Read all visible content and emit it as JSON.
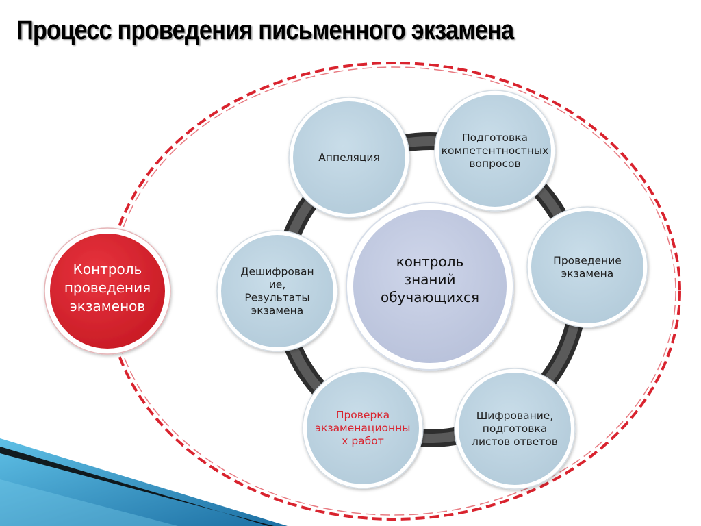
{
  "title": "Процесс проведения письменного экзамена",
  "center": {
    "lines": [
      "контроль",
      "знаний",
      "обучающихся"
    ]
  },
  "control": {
    "lines": [
      "Контроль",
      "проведения",
      "экзаменов"
    ]
  },
  "steps": [
    {
      "lines": [
        "Аппеляция"
      ]
    },
    {
      "lines": [
        "Подготовка",
        "компетентностных",
        "вопросов"
      ]
    },
    {
      "lines": [
        "Проведение",
        "экзамена"
      ]
    },
    {
      "lines": [
        "Шифрование,",
        "подготовка",
        "листов ответов"
      ]
    },
    {
      "lines": [
        "Проверка",
        "экзаменационны",
        "х работ"
      ]
    },
    {
      "lines": [
        "Дешифрован",
        "ие,",
        "Результаты",
        "экзамена"
      ]
    }
  ],
  "colors": {
    "node_fill": "#bcd3e0",
    "center_fill": "#c3cbe0",
    "control_fill": "#d9232e",
    "dashed_ring": "#d9232e",
    "cycle_ring": "#4a4a4a",
    "highlight_text": "#d9232e",
    "corner_blue": "#2e93c4"
  }
}
